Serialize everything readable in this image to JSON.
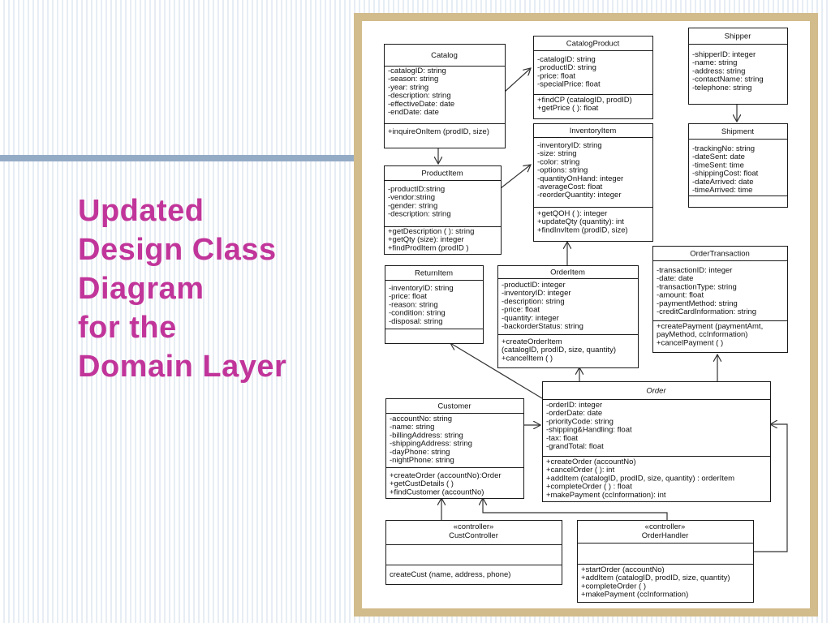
{
  "slide": {
    "title_lines": [
      "Updated",
      "Design Class",
      "Diagram",
      "for the",
      "Domain Layer"
    ]
  },
  "colors": {
    "title": "#c1359a",
    "accent_bar": "#94abc6",
    "frame": "#d2bc8c",
    "stripe": "#e7edf4"
  },
  "classes": {
    "catalog": {
      "name": "Catalog",
      "attributes": [
        "-catalogID: string",
        "-season: string",
        "-year: string",
        "-description: string",
        "-effectiveDate: date",
        "-endDate: date"
      ],
      "methods": [
        "+inquireOnItem (prodID, size)"
      ]
    },
    "catalog_product": {
      "name": "CatalogProduct",
      "attributes": [
        "-catalogID: string",
        "-productID: string",
        "-price: float",
        "-specialPrice: float"
      ],
      "methods": [
        "+findCP (catalogID, prodID)",
        "+getPrice ( ): float"
      ]
    },
    "shipper": {
      "name": "Shipper",
      "attributes": [
        "-shipperID: integer",
        "-name: string",
        "-address: string",
        "-contactName: string",
        "-telephone: string"
      ],
      "methods": []
    },
    "inventory_item": {
      "name": "InventoryItem",
      "attributes": [
        "-inventoryID: string",
        "-size: string",
        "-color: string",
        "-options: string",
        "-quantityOnHand: integer",
        "-averageCost: float",
        "-reorderQuantity: integer"
      ],
      "methods": [
        "+getQOH ( ): integer",
        "+updateQty (quantity): int",
        "+findInvItem (prodID, size)"
      ]
    },
    "shipment": {
      "name": "Shipment",
      "attributes": [
        "-trackingNo: string",
        "-dateSent: date",
        "-timeSent: time",
        "-shippingCost: float",
        "-dateArrived: date",
        "-timeArrived: time"
      ],
      "methods": []
    },
    "product_item": {
      "name": "ProductItem",
      "attributes": [
        "-productID:string",
        "-vendor:string",
        "-gender: string",
        "-description: string"
      ],
      "methods": [
        "+getDescription ( ): string",
        "+getQty (size): integer",
        "+findProdItem (prodID )"
      ]
    },
    "return_item": {
      "name": "ReturnItem",
      "attributes": [
        "-inventoryID: string",
        "-price: float",
        "-reason: string",
        "-condition: string",
        "-disposal: string"
      ],
      "methods": []
    },
    "order_item": {
      "name": "OrderItem",
      "attributes": [
        "-productID: integer",
        "-inventoryID: integer",
        "-description: string",
        "-price: float",
        "-quantity: integer",
        "-backorderStatus: string"
      ],
      "methods": [
        "+createOrderItem",
        "  (catalogID, prodID, size, quantity)",
        "+cancelItem ( )"
      ]
    },
    "order_transaction": {
      "name": "OrderTransaction",
      "attributes": [
        "-transactionID: integer",
        "-date: date",
        "-transactionType: string",
        "-amount: float",
        "-paymentMethod: string",
        "-creditCardInformation: string"
      ],
      "methods": [
        "+createPayment (paymentAmt,",
        "  payMethod, ccInformation)",
        "+cancelPayment ( )"
      ]
    },
    "customer": {
      "name": "Customer",
      "attributes": [
        "-accountNo: string",
        "-name: string",
        "-billingAddress: string",
        "-shippingAddress: string",
        "-dayPhone: string",
        "-nightPhone: string"
      ],
      "methods": [
        "+createOrder (accountNo):Order",
        "+getCustDetails ( )",
        "+findCustomer  (accountNo)"
      ]
    },
    "order": {
      "name": "Order",
      "attributes": [
        "-orderID: integer",
        "-orderDate: date",
        "-priorityCode: string",
        "-shipping&Handling: float",
        "-tax: float",
        "-grandTotal: float"
      ],
      "methods": [
        "+createOrder (accountNo)",
        "+cancelOrder ( ): int",
        "+addItem (catalogID, prodID, size, quantity) : orderItem",
        "+completeOrder ( ) : float",
        "+makePayment (ccInformation): int"
      ]
    },
    "cust_controller": {
      "stereotype": "«controller»",
      "name": "CustController",
      "attributes": [],
      "methods": [
        "createCust (name, address, phone)"
      ]
    },
    "order_handler": {
      "stereotype": "«controller»",
      "name": "OrderHandler",
      "attributes": [],
      "methods": [
        "+startOrder (accountNo)",
        "+addItem (catalogID, prodID, size, quantity)",
        "+completeOrder ( )",
        "+makePayment (ccInformation)"
      ]
    }
  }
}
